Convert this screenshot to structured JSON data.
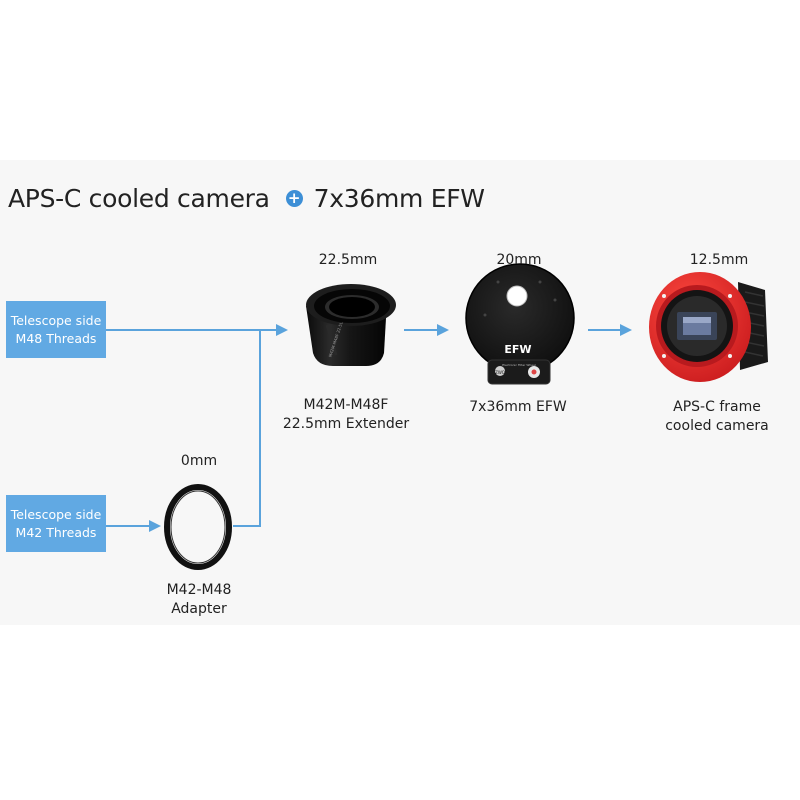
{
  "title": {
    "left": "APS-C cooled camera",
    "plus_icon": "+",
    "right": "7x36mm EFW"
  },
  "colors": {
    "accent": "#3d8fd6",
    "source_box": "#61a9e3",
    "arrow": "#5aa3dc",
    "camera_red": "#e02a2a",
    "part_black": "#111111"
  },
  "sources": [
    {
      "line1": "Telescope side",
      "line2": "M48 Threads"
    },
    {
      "line1": "Telescope side",
      "line2": "M42 Threads"
    }
  ],
  "parts": {
    "extender": {
      "size": "22.5mm",
      "name1": "M42M-M48F",
      "name2": "22.5mm Extender",
      "engraving": "M42M-M48F 22.5L"
    },
    "efw": {
      "size": "20mm",
      "name1": "7x36mm EFW",
      "logo": "EFW",
      "sub": "Electronic Filter Wheel",
      "brand": "ZWO"
    },
    "camera": {
      "size": "12.5mm",
      "name1": "APS-C frame",
      "name2": "cooled camera"
    },
    "adapter": {
      "size": "0mm",
      "name1": "M42-M48",
      "name2": "Adapter"
    }
  }
}
